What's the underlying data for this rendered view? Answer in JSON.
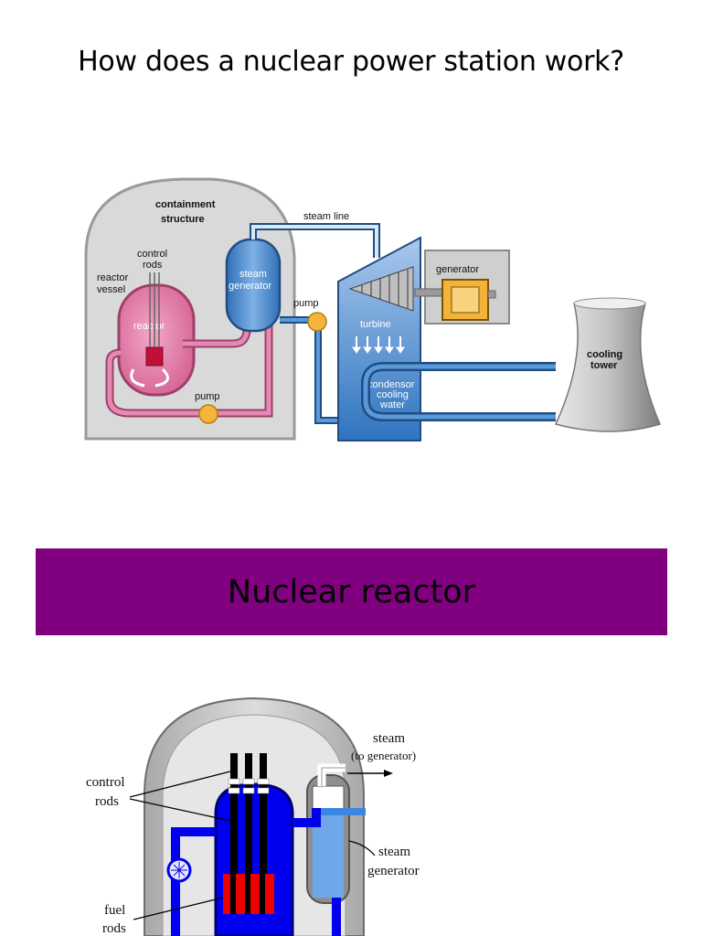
{
  "title": "How does a nuclear power station work?",
  "power_station": {
    "containment_line1": "containment",
    "containment_line2": "structure",
    "control_rods_line1": "control",
    "control_rods_line2": "rods",
    "reactor_vessel_line1": "reactor",
    "reactor_vessel_line2": "vessel",
    "reactor": "reactor",
    "steam_generator_line1": "steam",
    "steam_generator_line2": "generator",
    "steam_line": "steam line",
    "pump_primary": "pump",
    "pump_secondary": "pump",
    "turbine": "turbine",
    "generator": "generator",
    "condensor_line1": "condensor",
    "condensor_line2": "cooling",
    "condensor_line3": "water",
    "cooling_tower_line1": "cooling",
    "cooling_tower_line2": "tower"
  },
  "section_banner": {
    "title": "Nuclear reactor",
    "color": "#800080"
  },
  "reactor_diagram": {
    "control_rods_line1": "control",
    "control_rods_line2": "rods",
    "fuel_rods_line1": "fuel",
    "fuel_rods_line2": "rods",
    "steam_line1": "steam",
    "steam_line2": "(to generator)",
    "steam_generator_line1": "steam",
    "steam_generator_line2": "generator"
  }
}
